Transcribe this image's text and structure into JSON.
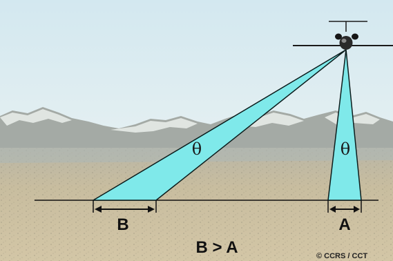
{
  "angle_label_oblique": "θ",
  "angle_label_nadir": "θ",
  "label_b": "B",
  "label_a": "A",
  "comparison": "B > A",
  "credit": "© CCRS / CCT",
  "icon": "airplane-icon",
  "colors": {
    "beam_fill": "#7fe9ea",
    "beam_stroke": "#0a1a1a",
    "sky_top": "#d9ecf2",
    "sky_bottom": "#f2f6f4",
    "mountains": "#9aa3a0",
    "ground": "#c2b79d",
    "ground_line": "#111111"
  }
}
